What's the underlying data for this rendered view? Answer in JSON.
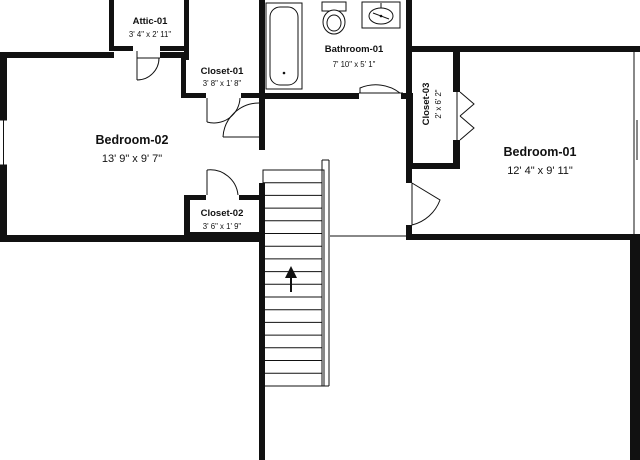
{
  "rooms": {
    "attic_01": {
      "name": "Attic-01",
      "dims": "3' 4\" x 2' 11\""
    },
    "bathroom_01": {
      "name": "Bathroom-01",
      "dims": "7' 10\" x 5' 1\""
    },
    "closet_01": {
      "name": "Closet-01",
      "dims": "3' 8\" x 1' 8\""
    },
    "bedroom_02": {
      "name": "Bedroom-02",
      "dims": "13' 9\" x 9' 7\""
    },
    "closet_02": {
      "name": "Closet-02",
      "dims": "3' 6\" x 1' 9\""
    },
    "closet_03": {
      "name": "Closet-03",
      "dims": "2' x 6' 2\""
    },
    "bedroom_01": {
      "name": "Bedroom-01",
      "dims": "12' 4\" x 9' 11\""
    }
  },
  "stair": {
    "direction": "up"
  }
}
